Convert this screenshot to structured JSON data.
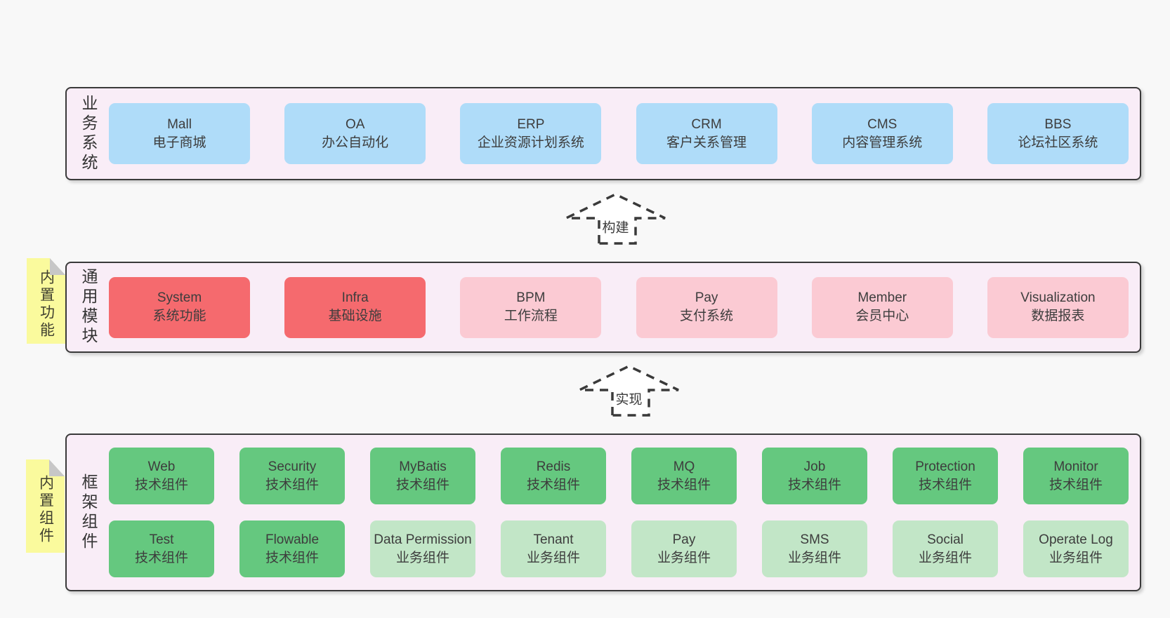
{
  "palette": {
    "bg": "#f8f8f8",
    "layer-fill": "#f9edf7",
    "line": "#3a3a3a",
    "blue": "#afdcf9",
    "red": "#f56a6e",
    "pink": "#fbcad3",
    "green": "#65c87f",
    "lightgreen": "#c2e6c7",
    "note": "#fafa9d",
    "note-fold": "#c7c7c7"
  },
  "layers": [
    {
      "label": "业务系统",
      "note": null,
      "rows": [
        [
          {
            "name": "Mall",
            "subtitle": "电子商城",
            "type": "blue"
          },
          {
            "name": "OA",
            "subtitle": "办公自动化",
            "type": "blue"
          },
          {
            "name": "ERP",
            "subtitle": "企业资源计划系统",
            "type": "blue"
          },
          {
            "name": "CRM",
            "subtitle": "客户关系管理",
            "type": "blue"
          },
          {
            "name": "CMS",
            "subtitle": "内容管理系统",
            "type": "blue"
          },
          {
            "name": "BBS",
            "subtitle": "论坛社区系统",
            "type": "blue"
          }
        ]
      ]
    },
    {
      "label": "通用模块",
      "note": "内置功能",
      "rows": [
        [
          {
            "name": "System",
            "subtitle": "系统功能",
            "type": "red"
          },
          {
            "name": "Infra",
            "subtitle": "基础设施",
            "type": "red"
          },
          {
            "name": "BPM",
            "subtitle": "工作流程",
            "type": "pink"
          },
          {
            "name": "Pay",
            "subtitle": "支付系统",
            "type": "pink"
          },
          {
            "name": "Member",
            "subtitle": "会员中心",
            "type": "pink"
          },
          {
            "name": "Visualization",
            "subtitle": "数据报表",
            "type": "pink"
          }
        ]
      ]
    },
    {
      "label": "框架组件",
      "note": "内置组件",
      "rows": [
        [
          {
            "name": "Web",
            "subtitle": "技术组件",
            "type": "green"
          },
          {
            "name": "Security",
            "subtitle": "技术组件",
            "type": "green"
          },
          {
            "name": "MyBatis",
            "subtitle": "技术组件",
            "type": "green"
          },
          {
            "name": "Redis",
            "subtitle": "技术组件",
            "type": "green"
          },
          {
            "name": "MQ",
            "subtitle": "技术组件",
            "type": "green"
          },
          {
            "name": "Job",
            "subtitle": "技术组件",
            "type": "green"
          },
          {
            "name": "Protection",
            "subtitle": "技术组件",
            "type": "green"
          },
          {
            "name": "Monitor",
            "subtitle": "技术组件",
            "type": "green"
          }
        ],
        [
          {
            "name": "Test",
            "subtitle": "技术组件",
            "type": "green"
          },
          {
            "name": "Flowable",
            "subtitle": "技术组件",
            "type": "green"
          },
          {
            "name": "Data Permission",
            "subtitle": "业务组件",
            "type": "lightgreen"
          },
          {
            "name": "Tenant",
            "subtitle": "业务组件",
            "type": "lightgreen"
          },
          {
            "name": "Pay",
            "subtitle": "业务组件",
            "type": "lightgreen"
          },
          {
            "name": "SMS",
            "subtitle": "业务组件",
            "type": "lightgreen"
          },
          {
            "name": "Social",
            "subtitle": "业务组件",
            "type": "lightgreen"
          },
          {
            "name": "Operate Log",
            "subtitle": "业务组件",
            "type": "lightgreen"
          }
        ]
      ]
    }
  ],
  "arrows": [
    {
      "label": "构建"
    },
    {
      "label": "实现"
    }
  ]
}
